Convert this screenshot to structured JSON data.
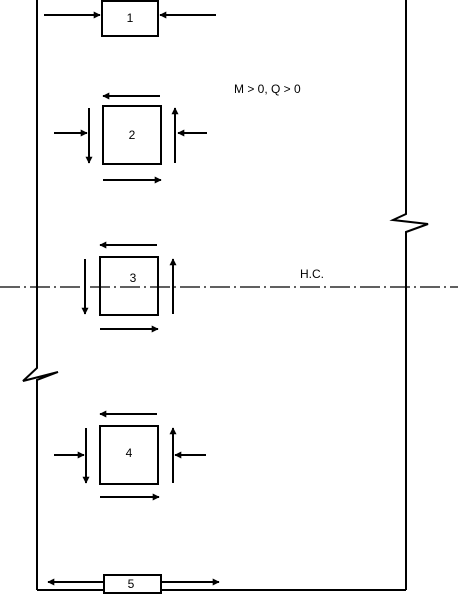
{
  "annotation": "M > 0, Q > 0",
  "axis_label": "H.C.",
  "elements": [
    {
      "id": "1",
      "label": "1"
    },
    {
      "id": "2",
      "label": "2"
    },
    {
      "id": "3",
      "label": "3"
    },
    {
      "id": "4",
      "label": "4"
    },
    {
      "id": "5",
      "label": "5"
    }
  ],
  "colors": {
    "stroke": "#000000",
    "background": "#ffffff"
  }
}
